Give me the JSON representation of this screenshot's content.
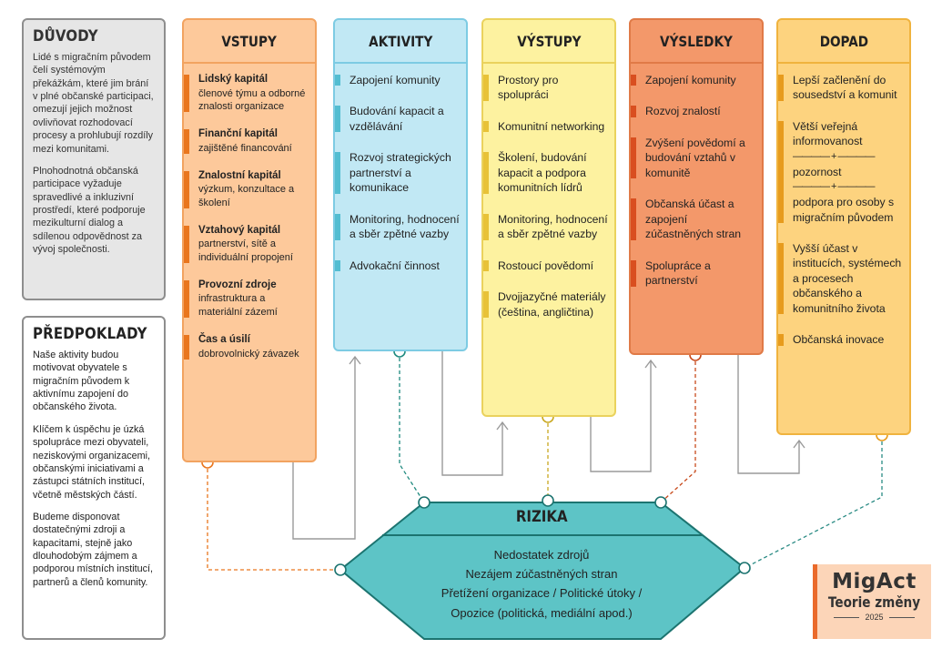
{
  "duvody": {
    "title": "DŮVODY",
    "paragraphs": [
      "Lidé s migračním původem čelí systémovým překážkám, které jim brání v plné občanské participaci, omezují jejich možnost ovlivňovat rozhodovací procesy a prohlubují rozdíly mezi komunitami.",
      "Plnohodnotná občanská participace vyžaduje spravedlivé a inkluzivní prostředí, které podporuje mezikulturní dialog a sdílenou odpovědnost za vývoj společnosti."
    ]
  },
  "predpoklady": {
    "title": "PŘEDPOKLADY",
    "paragraphs": [
      "Naše aktivity budou motivovat obyvatele s migračním původem k aktivnímu zapojení do občanského života.",
      "Klíčem k úspěchu je úzká spolupráce mezi obyvateli, neziskovými organizacemi, občanskými iniciativami a zástupci státních institucí, včetně městských částí.",
      "Budeme disponovat dostatečnými zdroji a kapacitami, stejně jako dlouhodobým zájmem a podporou místních institucí, partnerů a členů komunity."
    ]
  },
  "vstupy": {
    "title": "VSTUPY",
    "items": [
      {
        "head": "Lidský kapitál",
        "text": "členové týmu a odborné znalosti organizace"
      },
      {
        "head": "Finanční kapitál",
        "text": "zajištěné financování"
      },
      {
        "head": "Znalostní kapitál",
        "text": "výzkum, konzultace a školení"
      },
      {
        "head": "Vztahový kapitál",
        "text": "partnerství, sítě a individuální propojení"
      },
      {
        "head": "Provozní zdroje",
        "text": "infrastruktura a materiální zázemí"
      },
      {
        "head": "Čas a úsilí",
        "text": "dobrovolnický závazek"
      }
    ]
  },
  "aktivity": {
    "title": "AKTIVITY",
    "items": [
      "Zapojení komunity",
      "Budování kapacit a vzdělávání",
      "Rozvoj strategických partnerství a komunikace",
      "Monitoring, hodnocení a sběr zpětné vazby",
      "Advokační činnost"
    ]
  },
  "vystupy": {
    "title": "VÝSTUPY",
    "items": [
      "Prostory pro spolupráci",
      "Komunitní networking",
      "Školení, budování kapacit a podpora komunitních lídrů",
      "Monitoring, hodnocení a sběr zpětné vazby",
      "Rostoucí povědomí",
      "Dvojjazyčné materiály (čeština, angličtina)"
    ]
  },
  "vysledky": {
    "title": "VÝSLEDKY",
    "items": [
      "Zapojení komunity",
      "Rozvoj znalostí",
      "Zvýšení povědomí a budování vztahů v komunitě",
      "Občanská účast a zapojení zúčastněných stran",
      "Spolupráce a partnerství"
    ]
  },
  "dopad": {
    "title": "DOPAD",
    "item1": "Lepší začlenění do sousedství a komunit",
    "item2_a": "Větší veřejná informovanost",
    "item2_b": "pozornost",
    "item2_c": "podpora pro osoby s migračním původem",
    "plus": "———— + ————",
    "item3": "Vyšší účast v institucích, systémech a procesech občanského a komunitního života",
    "item4": "Občanská inovace"
  },
  "rizika": {
    "title": "RIZIKA",
    "items": [
      "Nedostatek zdrojů",
      "Nezájem zúčastněných stran",
      "Přetížení organizace / Politické útoky /",
      "Opozice (politická, mediální apod.)"
    ]
  },
  "logo": {
    "name": "MigAct",
    "subtitle": "Teorie změny",
    "year": "2025"
  },
  "colors": {
    "vstupy": "#fdc99b",
    "aktivity": "#c1e8f4",
    "vystupy": "#fdf2a0",
    "vysledky": "#f3986a",
    "dopad": "#fdd37f",
    "rizika": "#5dc4c6",
    "duvody": "#e6e6e6"
  }
}
